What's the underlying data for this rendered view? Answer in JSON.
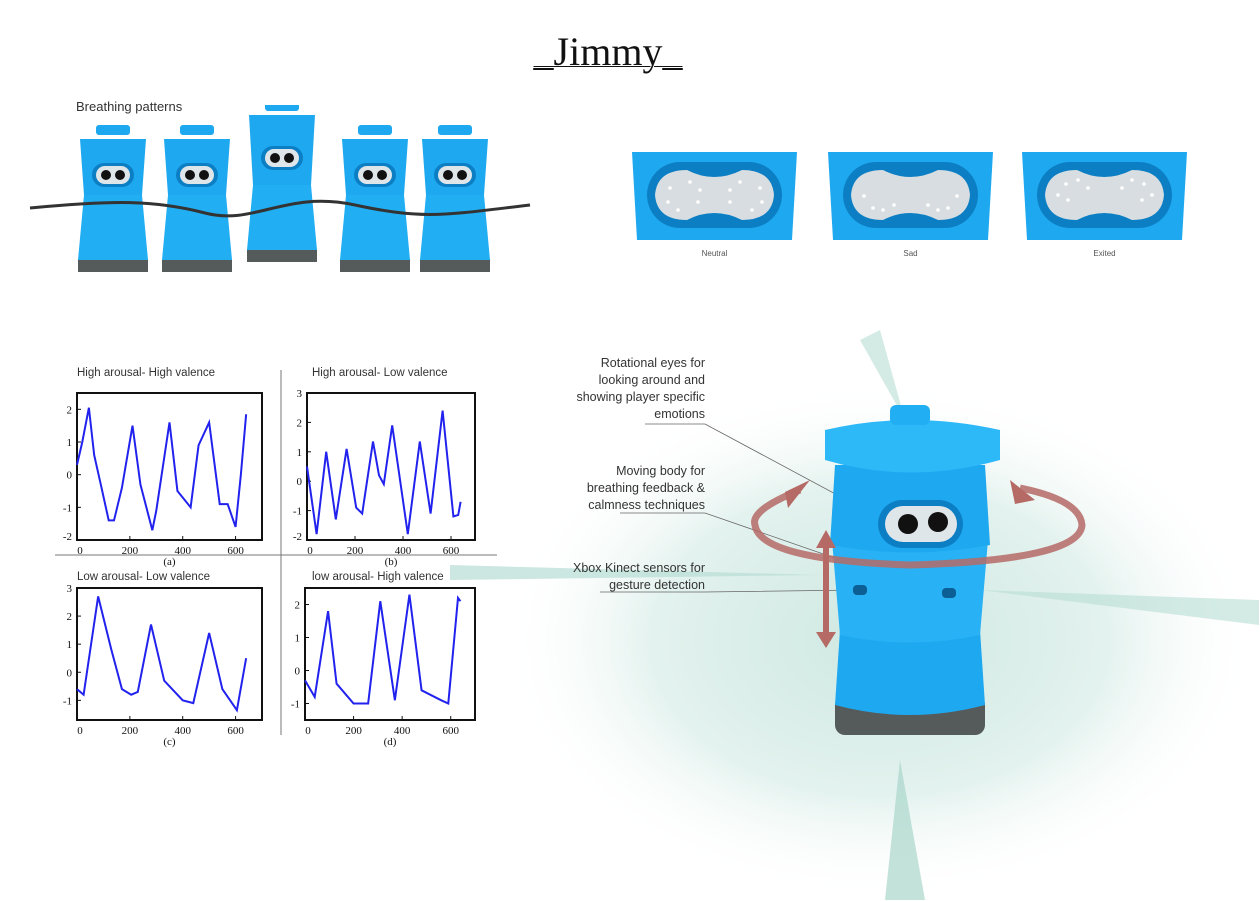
{
  "title": "Jimmy",
  "breathing": {
    "label": "Breathing patterns",
    "robot_count": 5
  },
  "eyes": [
    {
      "label": "Neutral"
    },
    {
      "label": "Sad"
    },
    {
      "label": "Exited"
    }
  ],
  "annotations": [
    {
      "lines": [
        "Rotational eyes for",
        "looking around and",
        "showing player specific",
        "emotions"
      ]
    },
    {
      "lines": [
        "Moving body for",
        "breathing feedback &",
        "calmness techniques"
      ]
    },
    {
      "lines": [
        "Xbox Kinect sensors for",
        "gesture detection"
      ]
    }
  ],
  "colors": {
    "robot": "#1ea8f0",
    "robot_dark": "#0c7fc4",
    "base": "#555b5b",
    "arrow": "#b56a66",
    "line": "#2222ee",
    "bg_tint": "#d6ede7"
  },
  "chart_data": [
    {
      "type": "line",
      "title": "High arousal- High valence",
      "caption": "(a)",
      "xlim": [
        0,
        700
      ],
      "ylim": [
        -2,
        2.5
      ],
      "xticks": [
        0,
        200,
        400,
        600
      ],
      "yticks": [
        -2,
        -1,
        0,
        1,
        2
      ],
      "x": [
        0,
        20,
        45,
        65,
        90,
        120,
        140,
        170,
        210,
        240,
        285,
        300,
        350,
        380,
        430,
        460,
        500,
        540,
        570,
        600,
        620,
        640
      ],
      "y": [
        0.3,
        1,
        2.05,
        0.6,
        -0.3,
        -1.4,
        -1.4,
        -0.4,
        1.5,
        -0.3,
        -1.7,
        -1.1,
        1.6,
        -0.5,
        -1,
        0.9,
        1.6,
        -0.9,
        -0.9,
        -1.6,
        0,
        1.85
      ]
    },
    {
      "type": "line",
      "title": "High arousal- Low valence",
      "caption": "(b)",
      "xlim": [
        0,
        700
      ],
      "ylim": [
        -2,
        3
      ],
      "xticks": [
        0,
        200,
        400,
        600
      ],
      "yticks": [
        -2,
        -1,
        0,
        1,
        2,
        3
      ],
      "x": [
        0,
        40,
        80,
        120,
        165,
        205,
        230,
        275,
        300,
        320,
        355,
        420,
        470,
        515,
        565,
        610,
        630,
        640
      ],
      "y": [
        0.5,
        -1.8,
        1.0,
        -1.3,
        1.1,
        -0.9,
        -1.1,
        1.35,
        0.2,
        -0.1,
        1.9,
        -1.8,
        1.35,
        -1.1,
        2.4,
        -1.2,
        -1.15,
        -0.7
      ]
    },
    {
      "type": "line",
      "title": "Low arousal- Low valence",
      "caption": "(c)",
      "xlim": [
        0,
        700
      ],
      "ylim": [
        -1.7,
        3
      ],
      "xticks": [
        0,
        200,
        400,
        600
      ],
      "yticks": [
        -1,
        0,
        1,
        2,
        3
      ],
      "x": [
        0,
        25,
        80,
        130,
        170,
        205,
        230,
        280,
        330,
        400,
        440,
        500,
        550,
        605,
        640
      ],
      "y": [
        -0.6,
        -0.8,
        2.7,
        0.8,
        -0.6,
        -0.8,
        -0.7,
        1.7,
        -0.3,
        -1.0,
        -1.1,
        1.4,
        -0.6,
        -1.35,
        0.5
      ]
    },
    {
      "type": "line",
      "title": "low arousal- High valence",
      "caption": "(d)",
      "xlim": [
        0,
        700
      ],
      "ylim": [
        -1.5,
        2.5
      ],
      "xticks": [
        0,
        200,
        400,
        600
      ],
      "yticks": [
        -1,
        0,
        1,
        2
      ],
      "x": [
        0,
        40,
        95,
        130,
        200,
        260,
        310,
        370,
        430,
        480,
        560,
        590,
        630,
        640
      ],
      "y": [
        -0.3,
        -0.8,
        1.8,
        -0.4,
        -1,
        -1,
        2.1,
        -0.9,
        2.3,
        -0.6,
        -0.9,
        -1,
        2.2,
        2.1
      ]
    }
  ]
}
